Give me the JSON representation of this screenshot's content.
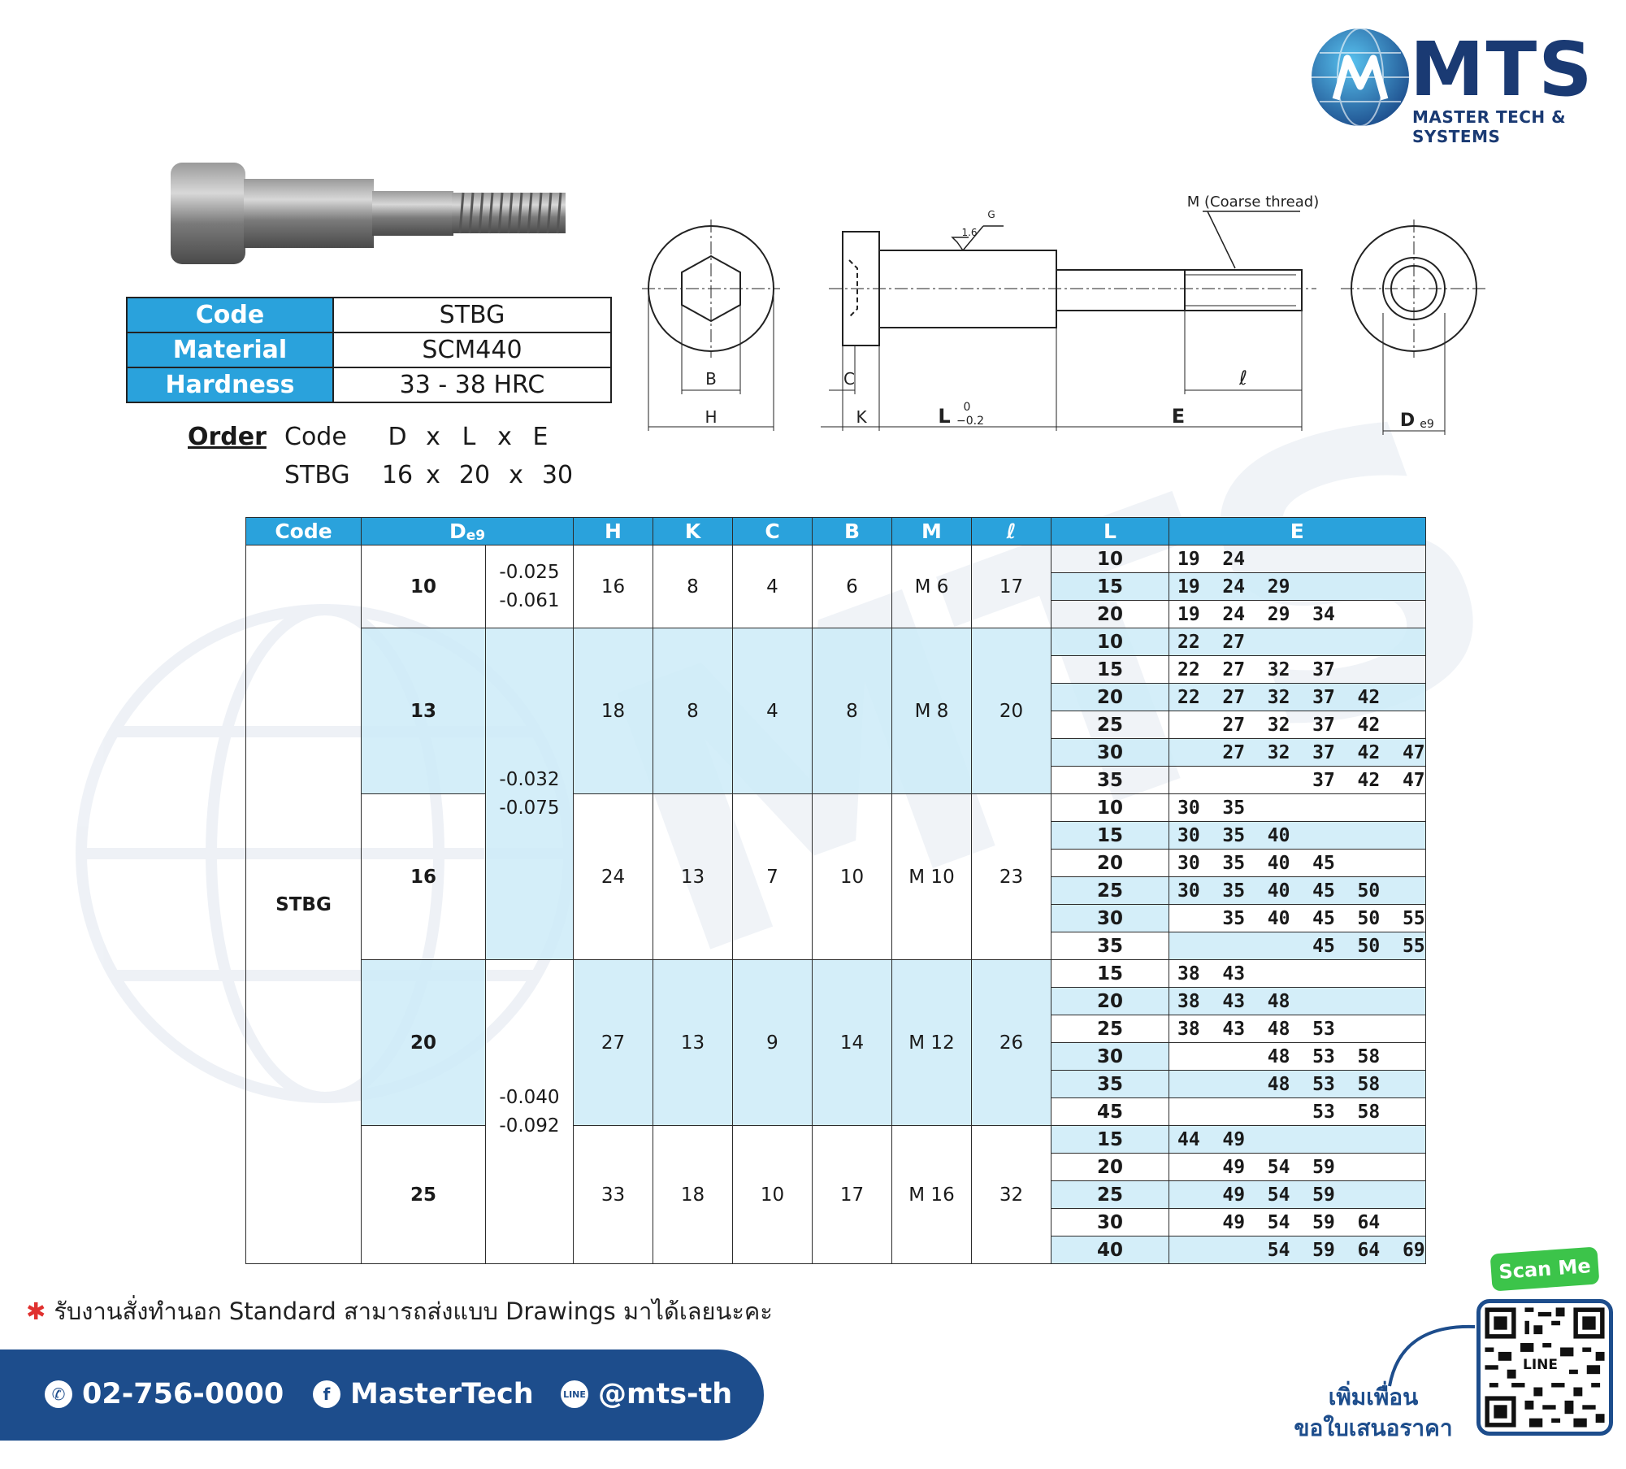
{
  "brand": {
    "name": "MTS",
    "subtitle": "MASTER TECH & SYSTEMS"
  },
  "spec": [
    {
      "key": "Code",
      "value": "STBG"
    },
    {
      "key": "Material",
      "value": "SCM440"
    },
    {
      "key": "Hardness",
      "value": "33 - 38 HRC"
    }
  ],
  "order": {
    "label": "Order",
    "code_label": "Code",
    "fields": [
      "D",
      "x",
      "L",
      "x",
      "E"
    ],
    "example_code": "STBG",
    "example": [
      "16",
      "x",
      "20",
      "x",
      "30"
    ]
  },
  "drawing": {
    "thread_label": "M (Coarse thread)",
    "labels": {
      "B": "B",
      "H": "H",
      "C": "C",
      "K": "K",
      "L": "L",
      "L_upper": "0",
      "L_lower": "−0.2",
      "E": "E",
      "ell": "ℓ",
      "D": "D",
      "D_sub": "e9",
      "rough": "1.6",
      "G": "G"
    }
  },
  "table": {
    "headers": [
      "Code",
      "De9",
      "H",
      "K",
      "C",
      "B",
      "M",
      "ℓ",
      "L",
      "E"
    ],
    "code": "STBG",
    "groups": [
      {
        "d": "10",
        "tol": [
          "-0.025",
          "-0.061"
        ],
        "H": "16",
        "K": "8",
        "C": "4",
        "B": "6",
        "M": "M 6",
        "ell": "17",
        "rows": [
          {
            "L": "10",
            "E": "19  24"
          },
          {
            "L": "15",
            "E": "19  24  29"
          },
          {
            "L": "20",
            "E": "19  24  29  34"
          }
        ]
      },
      {
        "d": "13",
        "H": "18",
        "K": "8",
        "C": "4",
        "B": "8",
        "M": "M 8",
        "ell": "20",
        "rows": [
          {
            "L": "10",
            "E": "22  27"
          },
          {
            "L": "15",
            "E": "22  27  32  37"
          },
          {
            "L": "20",
            "E": "22  27  32  37  42"
          },
          {
            "L": "25",
            "E": "    27  32  37  42"
          },
          {
            "L": "30",
            "E": "    27  32  37  42  47"
          },
          {
            "L": "35",
            "E": "            37  42  47"
          }
        ]
      },
      {
        "d": "16",
        "H": "24",
        "K": "13",
        "C": "7",
        "B": "10",
        "M": "M 10",
        "ell": "23",
        "rows": [
          {
            "L": "10",
            "E": "30  35"
          },
          {
            "L": "15",
            "E": "30  35  40"
          },
          {
            "L": "20",
            "E": "30  35  40  45"
          },
          {
            "L": "25",
            "E": "30  35  40  45  50"
          },
          {
            "L": "30",
            "E": "    35  40  45  50  55"
          },
          {
            "L": "35",
            "E": "            45  50  55"
          }
        ]
      },
      {
        "d": "20",
        "H": "27",
        "K": "13",
        "C": "9",
        "B": "14",
        "M": "M 12",
        "ell": "26",
        "rows": [
          {
            "L": "15",
            "E": "38  43"
          },
          {
            "L": "20",
            "E": "38  43  48"
          },
          {
            "L": "25",
            "E": "38  43  48  53"
          },
          {
            "L": "30",
            "E": "        48  53  58"
          },
          {
            "L": "35",
            "E": "        48  53  58"
          },
          {
            "L": "45",
            "E": "            53  58"
          }
        ]
      },
      {
        "d": "25",
        "H": "33",
        "K": "18",
        "C": "10",
        "B": "17",
        "M": "M 16",
        "ell": "32",
        "rows": [
          {
            "L": "15",
            "E": "44  49"
          },
          {
            "L": "20",
            "E": "    49  54  59"
          },
          {
            "L": "25",
            "E": "    49  54  59"
          },
          {
            "L": "30",
            "E": "    49  54  59  64"
          },
          {
            "L": "40",
            "E": "        54  59  64  69"
          }
        ]
      }
    ],
    "tol_13_16": [
      "-0.032",
      "-0.075"
    ],
    "tol_20_25": [
      "-0.040",
      "-0.092"
    ]
  },
  "note": "รับงานสั่งทำนอก Standard สามารถส่งแบบ Drawings มาได้เลยนะคะ",
  "contacts": {
    "phone": "02-756-0000",
    "facebook": "MasterTech",
    "line": "@mts-th"
  },
  "qr": {
    "scan_label": "Scan Me",
    "line_label": "LINE",
    "add_text_1": "เพิ่มเพื่อน",
    "add_text_2": "ขอใบเสนอราคา"
  },
  "colors": {
    "header_blue": "#2aa2dc",
    "navy": "#1d4d8c",
    "row_blue": "#cdebf8",
    "green": "#3cc44a",
    "red": "#e0312f"
  }
}
